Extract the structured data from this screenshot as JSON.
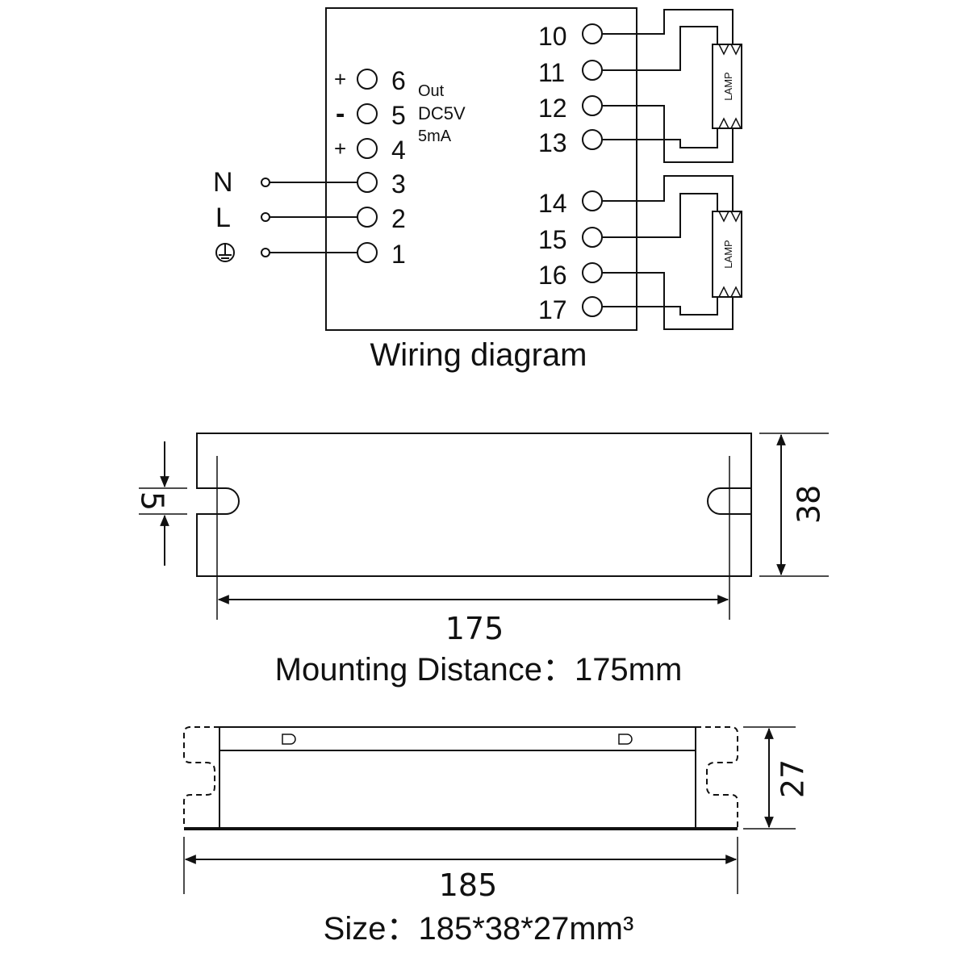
{
  "wiring": {
    "caption": "Wiring diagram",
    "left_terminals": [
      {
        "num": "6",
        "sign": "+"
      },
      {
        "num": "5",
        "sign": "-"
      },
      {
        "num": "4",
        "sign": "+"
      },
      {
        "num": "3",
        "sign": ""
      },
      {
        "num": "2",
        "sign": ""
      },
      {
        "num": "1",
        "sign": ""
      }
    ],
    "inputs": [
      {
        "label": "N"
      },
      {
        "label": "L"
      },
      {
        "label": "ground-symbol"
      }
    ],
    "output_note": {
      "line1": "Out",
      "line2": "DC5V",
      "line3": "5mA"
    },
    "right_terminals": [
      "10",
      "11",
      "12",
      "13",
      "14",
      "15",
      "16",
      "17"
    ],
    "lamp_label": "LAMP"
  },
  "mounting": {
    "slot_dim": "5",
    "height_dim": "38",
    "distance_dim": "175",
    "caption": "Mounting  Distance：175mm"
  },
  "size": {
    "height_dim": "27",
    "length_dim": "185",
    "caption_prefix": "Size：",
    "caption_value": "185*38*27mm³"
  }
}
